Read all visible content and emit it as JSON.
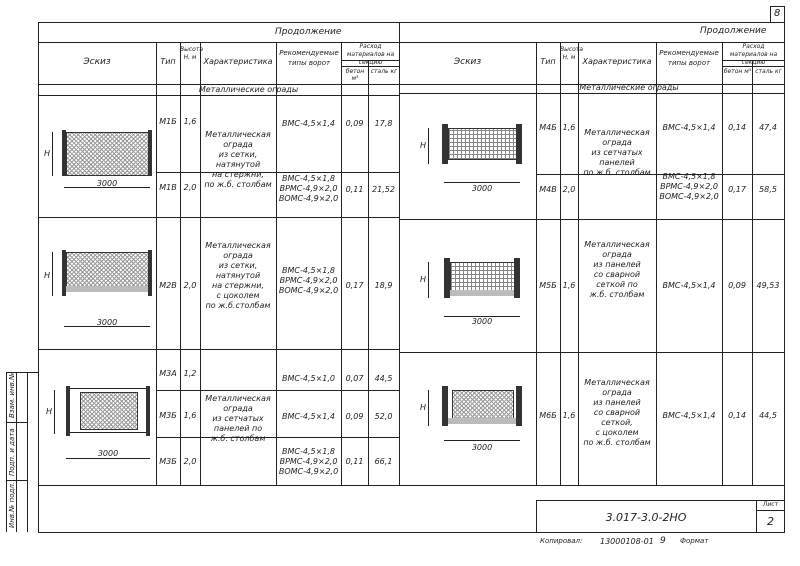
{
  "page_number": "8",
  "continuation": "Продолжение",
  "headers": {
    "sketch": "Эскиз",
    "type": "Тип",
    "height": "Высота Н, м",
    "character": "Характеристика",
    "gates": "Рекомендуемые типы ворот",
    "consumption": "Расход материалов на секцию",
    "concrete": "бетон м³",
    "steel": "сталь кг"
  },
  "section_title": "Металлические ограды",
  "dim_3000": "3000",
  "dim_H": "H",
  "left_rows": [
    {
      "descr": [
        "Металлическая",
        "ограда",
        "из сетки,",
        "натянутой",
        "на стержни,",
        "по ж.б. столбам"
      ],
      "items": [
        {
          "type": "М1Б",
          "h": "1,6",
          "gates": [
            "ВМС-4,5×1,4"
          ],
          "concrete": "0,09",
          "steel": "17,8"
        },
        {
          "type": "М1В",
          "h": "2,0",
          "gates": [
            "ВМС-4,5×1,8",
            "ВРМС-4,9×2,0",
            "ВОМС-4,9×2,0"
          ],
          "concrete": "0,11",
          "steel": "21,52"
        }
      ]
    },
    {
      "descr": [
        "Металлическая",
        "ограда",
        "из сетки,",
        "натянутой",
        "на стержни,",
        "с цоколем",
        "по ж.б.столбам"
      ],
      "items": [
        {
          "type": "М2В",
          "h": "2,0",
          "gates": [
            "ВМС-4,5×1,8",
            "ВРМС-4,9×2,0",
            "ВОМС-4,9×2,0"
          ],
          "concrete": "0,17",
          "steel": "18,9"
        }
      ]
    },
    {
      "descr": [
        "Металлическая",
        "ограда",
        "из сетчатых",
        "панелей по",
        "ж.б. столбам"
      ],
      "items": [
        {
          "type": "М3А",
          "h": "1,2",
          "gates": [
            "ВМС-4,5×1,0"
          ],
          "concrete": "0,07",
          "steel": "44,5"
        },
        {
          "type": "М3Б",
          "h": "1,6",
          "gates": [
            "ВМС-4,5×1,4"
          ],
          "concrete": "0,09",
          "steel": "52,0"
        },
        {
          "type": "М3Б",
          "h": "2,0",
          "gates": [
            "ВМС-4,5×1,8",
            "ВРМС-4,9×2,0",
            "ВОМС-4,9×2,0"
          ],
          "concrete": "0,11",
          "steel": "66,1"
        }
      ]
    }
  ],
  "right_rows": [
    {
      "descr": [
        "Металлическая",
        "ограда",
        "из сетчатых",
        "панелей",
        "по ж.б. столбам"
      ],
      "items": [
        {
          "type": "М4Б",
          "h": "1,6",
          "gates": [
            "ВМС-4,5×1,4"
          ],
          "concrete": "0,14",
          "steel": "47,4"
        },
        {
          "type": "М4В",
          "h": "2,0",
          "gates": [
            "ВМС-4,5×1,8",
            "ВРМС-4,9×2,0",
            "ВОМС-4,9×2,0"
          ],
          "concrete": "0,17",
          "steel": "58,5"
        }
      ]
    },
    {
      "descr": [
        "Металлическая",
        "ограда",
        "из панелей",
        "со сварной",
        "сеткой по",
        "ж.б. столбам"
      ],
      "items": [
        {
          "type": "М5Б",
          "h": "1,6",
          "gates": [
            "ВМС-4,5×1,4"
          ],
          "concrete": "0,09",
          "steel": "49,53"
        }
      ]
    },
    {
      "descr": [
        "Металлическая",
        "ограда",
        "из панелей",
        "со сварной",
        "сеткой,",
        "с цоколем",
        "по ж.б. столбам"
      ],
      "items": [
        {
          "type": "М6Б",
          "h": "1,6",
          "gates": [
            "ВМС-4,5×1,4"
          ],
          "concrete": "0,14",
          "steel": "44,5"
        }
      ]
    }
  ],
  "stamp": {
    "code": "3.017-3.0-2НО",
    "sheet_label": "Лист",
    "sheet": "2"
  },
  "footer": {
    "control": "Копировал:",
    "number": "13000108-01",
    "n": "9",
    "format": "Формат"
  },
  "margin_labels": {
    "a": "Инв.№ подл.",
    "b": "Подп. и дата",
    "c": "Взам. инв.№"
  }
}
